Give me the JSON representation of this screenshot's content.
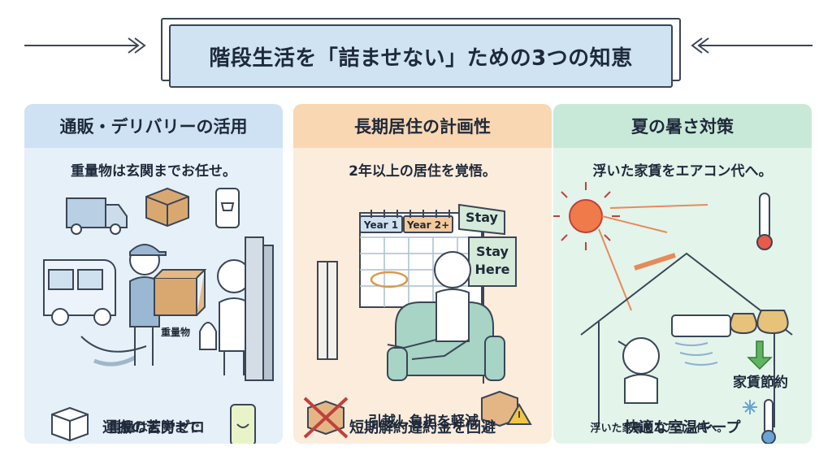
{
  "title": "階段生活を「詰ませない」ための3つの知恵",
  "cards": [
    {
      "heading": "通販・デリバリーの活用",
      "subtitle": "重量物は玄関までお任せ。",
      "box_label": "重量物",
      "caption_line1": "重量は玄関まで",
      "caption_line2": "運搬の苦労ゼロ"
    },
    {
      "heading": "長期居住の計画性",
      "subtitle": "2年以上の居住を覚悟。",
      "calendar_tabs": [
        "Year 1",
        "Year 2+"
      ],
      "sign_top": "Stay",
      "sign_bottom_1": "Stay",
      "sign_bottom_2": "Here",
      "caption_line1": "引越し負担を軽減",
      "caption_line2": "短期解約違約金を回避"
    },
    {
      "heading": "夏の暑さ対策",
      "subtitle": "浮いた家賃をエアコン代へ。",
      "savings_label": "家賃節約",
      "caption_small": "浮いた家賃をエアコン代へ。",
      "caption_line2": "快適な室温キープ"
    }
  ],
  "colors": {
    "blue_head": "#cfe2f3",
    "orange_head": "#f9d7b3",
    "green_head": "#c9e9d8",
    "title_bg": "#cfe3f3",
    "ink": "#1e2a3a"
  }
}
